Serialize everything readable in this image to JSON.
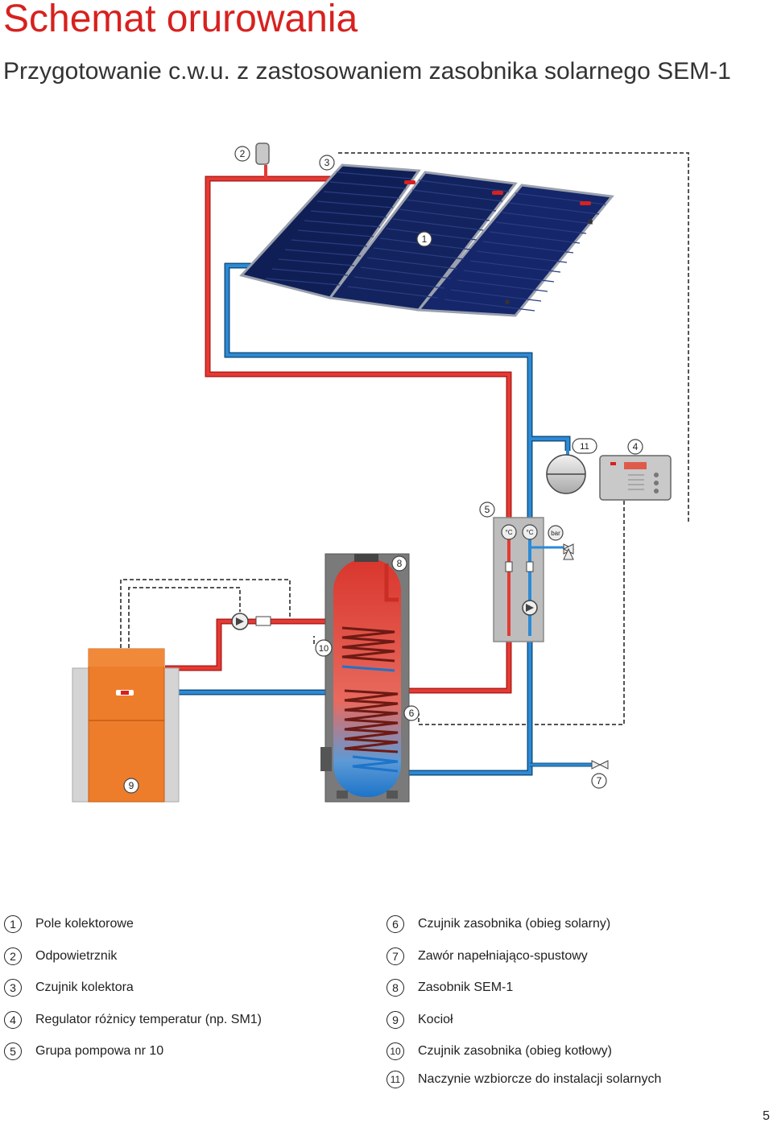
{
  "page": {
    "title": "Schemat orurowania",
    "subtitle": "Przygotowanie c.w.u. z zastosowaniem zasobnika solarnego SEM-1",
    "page_number": "5"
  },
  "diagram": {
    "markers": {
      "m1": "1",
      "m2": "2",
      "m3": "3",
      "m4": "4",
      "m5": "5",
      "m6": "6",
      "m7": "7",
      "m8": "8",
      "m9": "9",
      "m10": "10",
      "m11": "11"
    },
    "gauges": {
      "temp1": "°C",
      "temp2": "°C",
      "pressure": "bar"
    },
    "colors": {
      "hot": "#d7211f",
      "cold": "#1f6fb5",
      "signal": "#555555",
      "panel": "#15245e",
      "boiler": "#ee7d2b",
      "tank_hot": "#e0433a",
      "tank_cold": "#2f8fd8"
    }
  },
  "legend": {
    "left": [
      {
        "num": "1",
        "text": "Pole kolektorowe"
      },
      {
        "num": "2",
        "text": "Odpowietrznik"
      },
      {
        "num": "3",
        "text": "Czujnik kolektora"
      },
      {
        "num": "4",
        "text": "Regulator  różnicy temperatur (np. SM1)"
      },
      {
        "num": "5",
        "text": "Grupa pompowa nr 10"
      }
    ],
    "right": [
      {
        "num": "6",
        "text": "Czujnik zasobnika (obieg solarny)"
      },
      {
        "num": "7",
        "text": "Zawór napełniająco-spustowy"
      },
      {
        "num": "8",
        "text": "Zasobnik SEM-1"
      },
      {
        "num": "9",
        "text": "Kocioł"
      },
      {
        "num": "10",
        "text": "Czujnik zasobnika (obieg kotłowy)"
      },
      {
        "num": "11",
        "text": "Naczynie wzbiorcze do instalacji solarnych"
      }
    ]
  }
}
